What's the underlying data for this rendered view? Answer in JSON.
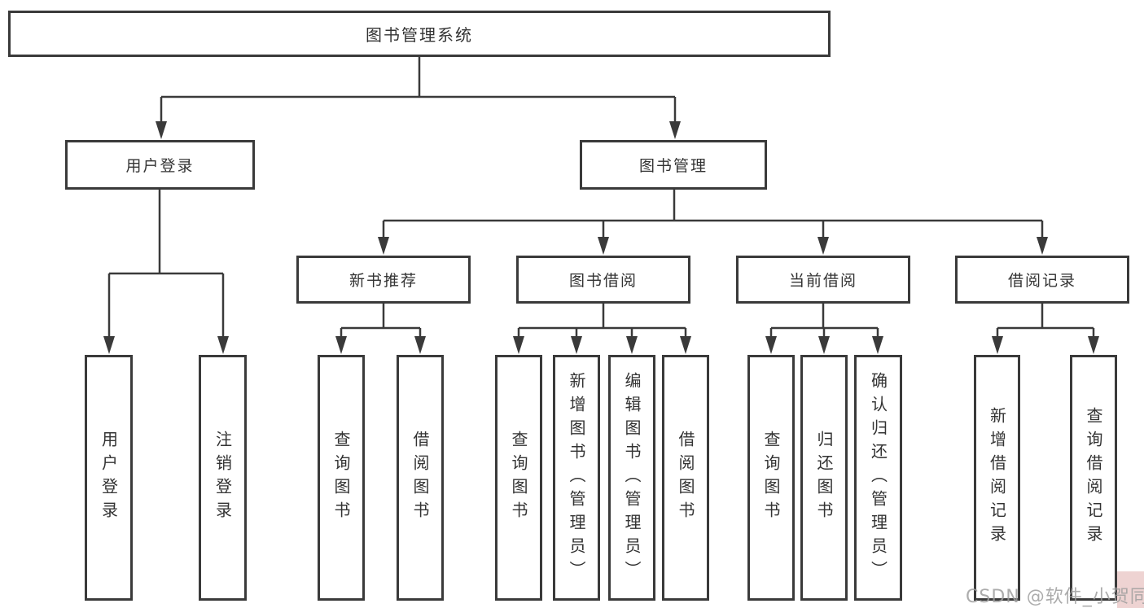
{
  "diagram": {
    "root": {
      "label": "图书管理系统"
    },
    "level2": [
      {
        "label": "用户登录",
        "children": [
          {
            "label": "用户登录"
          },
          {
            "label": "注销登录"
          }
        ]
      },
      {
        "label": "图书管理",
        "children": [
          {
            "label": "新书推荐",
            "children": [
              {
                "label": "查询图书"
              },
              {
                "label": "借阅图书"
              }
            ]
          },
          {
            "label": "图书借阅",
            "children": [
              {
                "label": "查询图书"
              },
              {
                "label": "新增图书（管理员）"
              },
              {
                "label": "编辑图书（管理员）"
              },
              {
                "label": "借阅图书"
              }
            ]
          },
          {
            "label": "当前借阅",
            "children": [
              {
                "label": "查询图书"
              },
              {
                "label": "归还图书"
              },
              {
                "label": "确认归还（管理员）"
              }
            ]
          },
          {
            "label": "借阅记录",
            "children": [
              {
                "label": "新增借阅记录"
              },
              {
                "label": "查询借阅记录"
              }
            ]
          }
        ]
      }
    ]
  },
  "watermark": {
    "text": "CSDN @软件_小贺同学"
  },
  "colors": {
    "line": "#3a3a3a",
    "text": "#333333",
    "watermark": "#9e9e9e",
    "corner_patch": "#eed3d2"
  }
}
